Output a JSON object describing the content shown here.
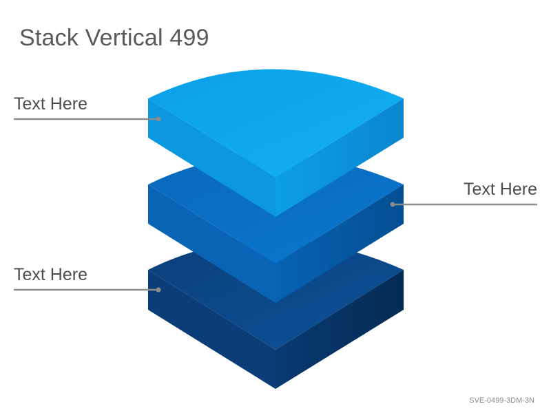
{
  "title": "Stack Vertical 499",
  "layers": [
    {
      "label": "Text Here",
      "top_color": "#0ea5ec",
      "side_color": "#0b8fd9",
      "front_color": "#0777c2"
    },
    {
      "label": "Text Here",
      "top_color": "#0a6fc4",
      "side_color": "#0660b0",
      "front_color": "#054f96"
    },
    {
      "label": "Text Here",
      "top_color": "#0a4a8a",
      "side_color": "#083a70",
      "front_color": "#062c56"
    }
  ],
  "footer_code": "SVE-0499-3DM-3N",
  "colors": {
    "title_text": "#595959",
    "label_text": "#4d4d4d",
    "callout_line": "#8c8c8c"
  }
}
